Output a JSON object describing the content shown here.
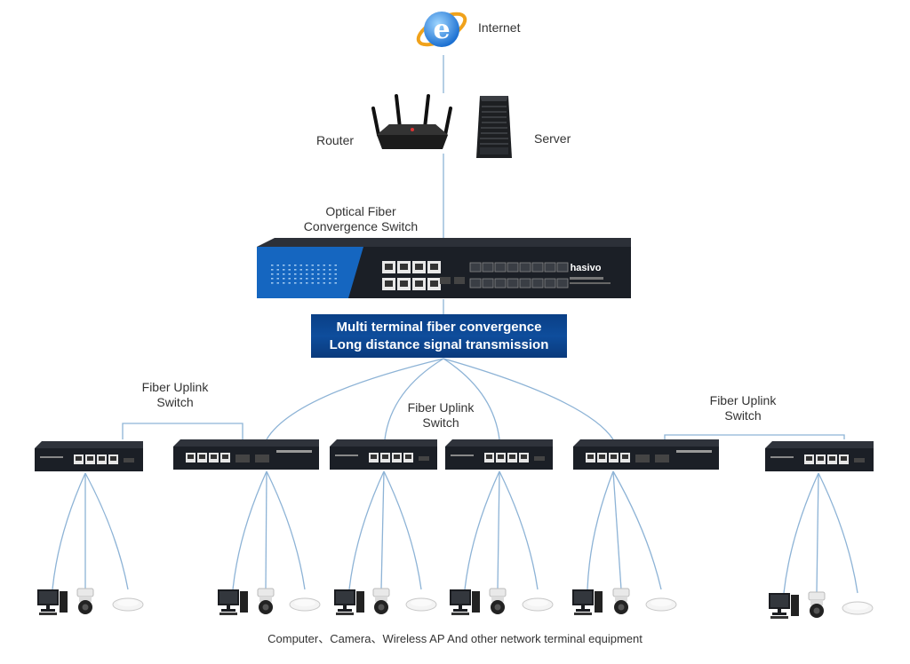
{
  "labels": {
    "internet": "Internet",
    "router": "Router",
    "server": "Server",
    "core_switch": "Optical Fiber\nConvergence Switch",
    "uplink_left": "Fiber Uplink\nSwitch",
    "uplink_center": "Fiber Uplink\nSwitch",
    "uplink_right": "Fiber Uplink\nSwitch",
    "footer": "Computer、Camera、Wireless AP And other network terminal equipment"
  },
  "banner": {
    "line1": "Multi terminal fiber convergence",
    "line2": "Long  distance signal transmission"
  },
  "core_brand": "hasivo",
  "colors": {
    "link_line": "#8db3d6",
    "banner": "#0e4d9c",
    "switch_body": "#1b1f26",
    "switch_accent": "#1566c0"
  },
  "icons": [
    "internet-icon",
    "router-icon",
    "server-icon",
    "core-switch-icon",
    "access-switch-icon",
    "computer-icon",
    "camera-icon",
    "wireless-ap-icon"
  ]
}
